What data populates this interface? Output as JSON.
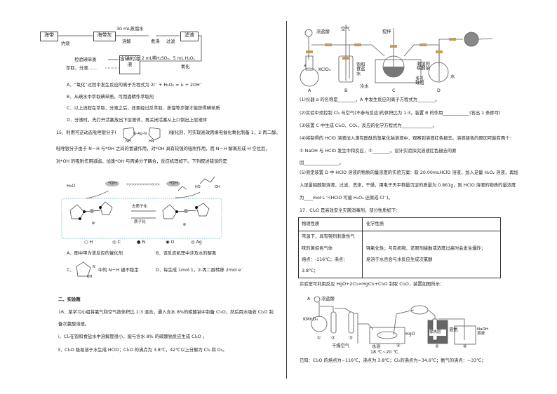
{
  "q14": {
    "flow": {
      "n1": "海带",
      "a1": "灼烧",
      "n2": "海带灰",
      "a2_top": "30 mL蒸馏水",
      "a2_bot": "溶解",
      "a3": "煮沸",
      "a4": "过滤",
      "n3": "滤液",
      "a5_top": "2 mL稀H₂SO₄、5 mL H₂O₂",
      "a5_bot": "氧化",
      "n4": "含碘的溶液",
      "o1": "检验碘单质",
      "o2": "萃取、分液……"
    },
    "options": [
      "A．“氧化”过程中发生反应的离子方程式为 2I⁻ + H₂O₂ = I₂ + 2OH⁻",
      "B．从碘水中萃取碘单质，可用酒精作萃取剂",
      "C．以上流程在萃取、分液之后，还要经过反萃取、蒸馏等步骤才能获得碘单质",
      "D．分液时，先打开活塞放出下层液体，再关闭活塞从上口倒出上层液体"
    ]
  },
  "q15": {
    "line1a": "15．利用可逆动态吡唑银分子(",
    "line1b": ")催化剂，可实现高效丙烯电催化氧化制备 1，2-丙二醇。",
    "mol_label": "N–Ag–N",
    "nh": "NH",
    "hn": "HN",
    "line2": "吡唑银分子由于 N－H 与*OH 之间的氢键作用，对*OH 具有较强的吸附作用，而 N－H 解离形成 H 空位后，",
    "line3": "对*OH 的吸附作用减弱，加速*OH 与丙烯分子耦合，反应机理如下。下列叙述错误的是",
    "mech": {
      "h2o": "H₂O",
      "oh1": "*OH",
      "oh2": "*OH",
      "chev": ">>>>>>>>>>>>>",
      "ho": "HO",
      "oh": "OH",
      "deprot": "去质子化",
      "prot": "质子化"
    },
    "legend": [
      "H",
      "C",
      "N",
      "O",
      "Ag"
    ],
    "optA": "A．图中甲为该反应的催化剂",
    "optB": "B．该反应机理中涉及水的解离",
    "optC_pre": "C．",
    "optC_n": "N",
    "optC_nh": "NH",
    "optC": "中的 N－H 键不稳定",
    "optD": "D．每生成 1mol 1，2-丙二醇转移 2mol e⁻"
  },
  "section2": "二、实验题",
  "q16": {
    "line1": "16．某学习小组将氯气和空气按体积比 1:3 混合，通入含水 8%的碳酸钠中制备 Cl₂O，然后用水吸收 Cl₂O 制",
    "line2": "备次氯酸溶液。",
    "i": "ⅰ．Cl₂在饱和食盐水中溶解度很小，能与含水 8% 的碳酸钠反应生成 Cl₂O 。",
    "ii": "ⅱ．Cl₂O 极易溶于水生成 HClO；Cl₂O 的沸点为 3.8℃，42℃以上分解为 Cl₂ 和 O₂。",
    "app": {
      "acid": "浓盐酸",
      "air": "空气",
      "stir": "搅拌",
      "kclo3": "KClO₃",
      "a": "a",
      "brine": "饱和食盐水",
      "cold": "冷水",
      "na2co3": "潮湿的碳酸钠",
      "ball": "多孔球泡",
      "water": "水",
      "A": "A",
      "B": "B",
      "C": "C",
      "D": "D"
    },
    "q1": "(1)仪器 a 的名称是________，A 中发生反应的离子方程式为________。",
    "q2": "(2)实验中须控制 Cl₂ 与空气(不参与反应)的体积比为 1:3，装置 B 的作用____________(答出 1 条即可)",
    "q3": "(3)装置 C 中生成 Cl₂O、CO₂，反应的化学方程式为______________。",
    "q4": "(4)将制得的 HClO 溶液加入滴有酚酞的氢氧化钠溶液中，观察到溶液红色褪去。溶液褪色的原因可能有两个：",
    "q4b": "① NaOH 与 HClO 发生中和反应，②________。设计实验探究溶液红色褪去的原",
    "q4c": "因________________。",
    "q5a": "(5)测定装置 D 中 HClO 溶液的物质的量浓度的实验方案：取 20.00mLHClO 溶液，加入足量 H₂O₂ 溶液，再加",
    "q5b": "入足量硝酸银溶液，过滤，洗涤，干燥，用电子天平称量沉淀的质量为 0.861g，则 HClO 溶液的物质的量浓度",
    "q5c": "为____mol·L⁻¹(HClO 可被 H₂O₂ 还原成 Cl⁻)。"
  },
  "q17": {
    "intro": "17．Cl₂O 是高效安全灭菌消毒剂，部分性质如下：",
    "table": {
      "h1": "物理性质",
      "h2": "化学性质",
      "p1": "常温下，具有强烈刺激性气",
      "p2": "味的黄棕色气体",
      "p3": "熔点：-116℃；沸点：",
      "p4": "3.8℃；",
      "c1": "强氧化性；与有机物、还原剂接触或浓度过高时会发生爆炸；",
      "c2": "易溶于水且会与水反应生成次氯酸"
    },
    "lab": "实验室可利用反应 HgO+2Cl₂=HgCl₂+Cl₂O 制取 Cl₂O，装置如图所示：",
    "app": {
      "A": "A",
      "acid": "浓盐酸",
      "kmno4": "KMnO₄",
      "n1": "①",
      "n2": "②",
      "n3": "③",
      "n4": "④",
      "n5": "⑤",
      "n6": "⑥",
      "air": "干燥空气",
      "bath": "水浴",
      "temp": "18 ℃~20 ℃",
      "hgo": "HgO",
      "insul": "保热层",
      "liq": "液氨",
      "naoh": "NaOH溶液"
    },
    "known": "已知：Cl₂O 的熔点为−116℃，沸点为 3.8℃；Cl₂的沸点为−34.6℃；氨气的沸点：−33℃；"
  }
}
